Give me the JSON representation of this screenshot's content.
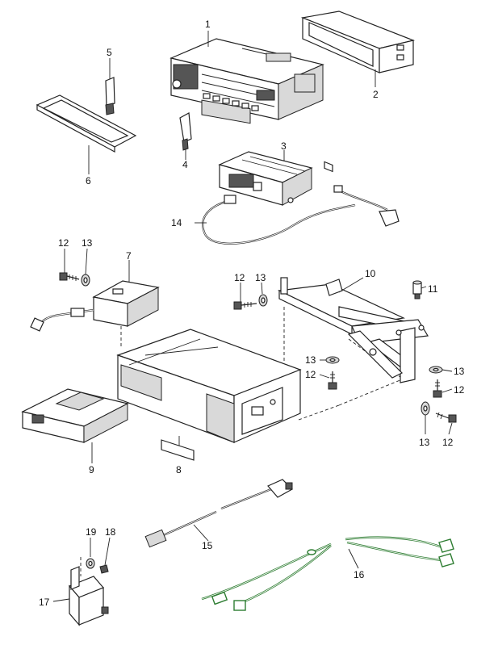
{
  "parts": [
    {
      "number": "1",
      "name": "radio-unit"
    },
    {
      "number": "2",
      "name": "mounting-frame"
    },
    {
      "number": "3",
      "name": "amplifier"
    },
    {
      "number": "4",
      "name": "release-key"
    },
    {
      "number": "5",
      "name": "release-key"
    },
    {
      "number": "6",
      "name": "trim-frame"
    },
    {
      "number": "7",
      "name": "adapter-box"
    },
    {
      "number": "8",
      "name": "cd-changer"
    },
    {
      "number": "9",
      "name": "cd-magazine"
    },
    {
      "number": "10",
      "name": "mounting-bracket"
    },
    {
      "number": "11",
      "name": "nut"
    },
    {
      "number": "12",
      "name": "screw"
    },
    {
      "number": "13",
      "name": "washer"
    },
    {
      "number": "14",
      "name": "antenna-cable"
    },
    {
      "number": "15",
      "name": "connecting-cable"
    },
    {
      "number": "16",
      "name": "wiring-harness"
    },
    {
      "number": "17",
      "name": "control-module"
    },
    {
      "number": "18",
      "name": "nut"
    },
    {
      "number": "19",
      "name": "washer"
    }
  ],
  "colors": {
    "line": "#222222",
    "harness": "#2e7d32",
    "background": "#ffffff"
  }
}
